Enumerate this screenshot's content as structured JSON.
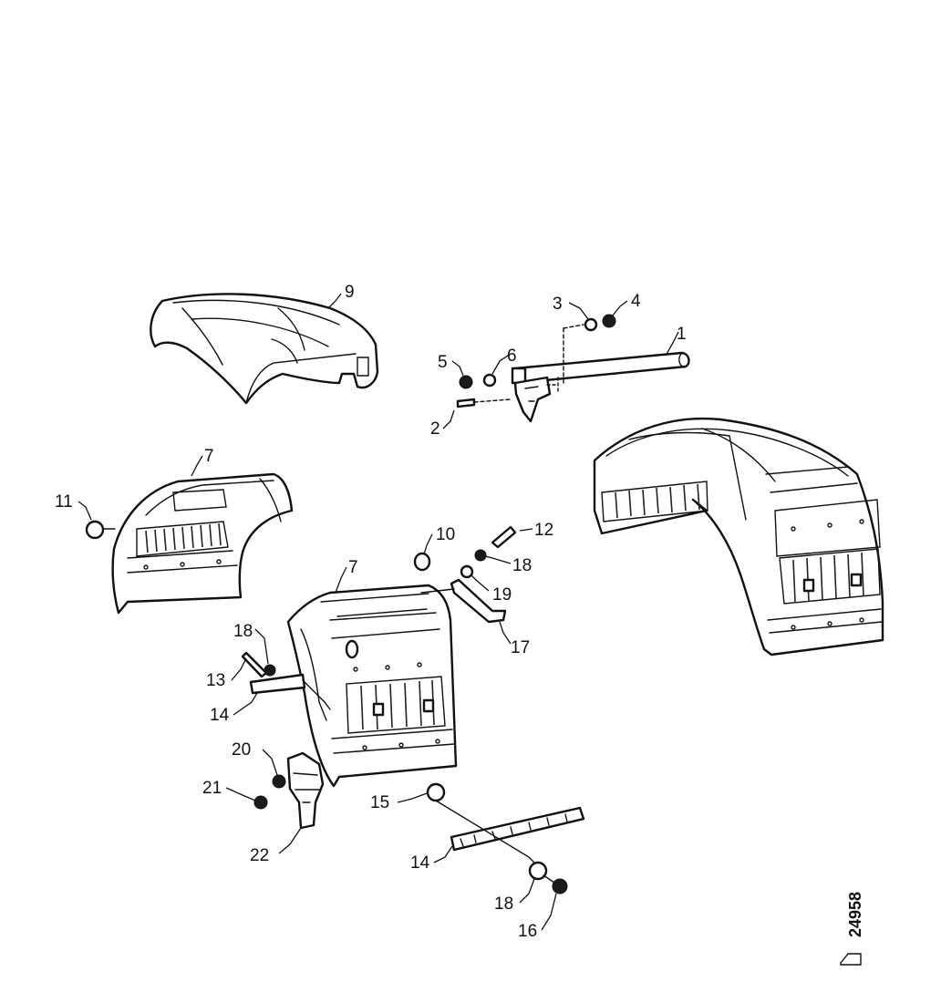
{
  "callouts": [
    {
      "id": "c1",
      "text": "1"
    },
    {
      "id": "c2",
      "text": "2"
    },
    {
      "id": "c3",
      "text": "3"
    },
    {
      "id": "c4",
      "text": "4"
    },
    {
      "id": "c5",
      "text": "5"
    },
    {
      "id": "c6",
      "text": "6"
    },
    {
      "id": "c7a",
      "text": "7"
    },
    {
      "id": "c7b",
      "text": "7"
    },
    {
      "id": "c9",
      "text": "9"
    },
    {
      "id": "c10",
      "text": "10"
    },
    {
      "id": "c11",
      "text": "11"
    },
    {
      "id": "c12",
      "text": "12"
    },
    {
      "id": "c13",
      "text": "13"
    },
    {
      "id": "c14a",
      "text": "14"
    },
    {
      "id": "c14b",
      "text": "14"
    },
    {
      "id": "c15",
      "text": "15"
    },
    {
      "id": "c16",
      "text": "16"
    },
    {
      "id": "c17",
      "text": "17"
    },
    {
      "id": "c18a",
      "text": "18"
    },
    {
      "id": "c18b",
      "text": "18"
    },
    {
      "id": "c18c",
      "text": "18"
    },
    {
      "id": "c19",
      "text": "19"
    },
    {
      "id": "c20",
      "text": "20"
    },
    {
      "id": "c21",
      "text": "21"
    },
    {
      "id": "c22",
      "text": "22"
    }
  ],
  "reference_number": "24958"
}
